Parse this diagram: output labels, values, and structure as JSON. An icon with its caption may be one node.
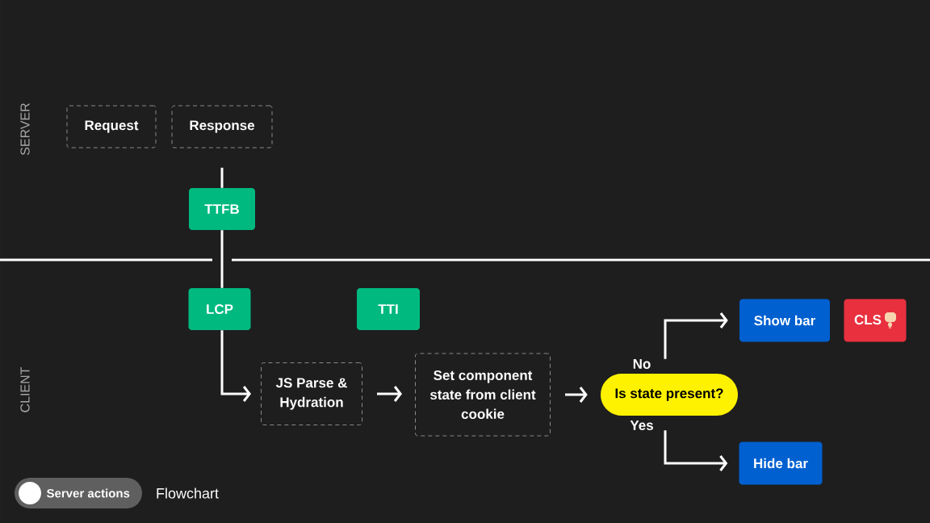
{
  "diagram": {
    "nodes": [
      {
        "text": [
          "Request"
        ]
      },
      {
        "text": [
          "Response"
        ]
      },
      {
        "text": [
          "TTFB"
        ]
      },
      {
        "text": [
          "LCP"
        ]
      },
      {
        "text": [
          "TTI"
        ]
      },
      {
        "text": [
          "JS Parse & Hydration"
        ]
      },
      {
        "text": [
          "Set component state from client cookie"
        ]
      },
      {
        "text": [
          "Is state present?"
        ]
      },
      {
        "text": [
          "Show bar"
        ]
      },
      {
        "text": [
          "CLS"
        ]
      },
      {
        "text": [
          "Hide bar"
        ]
      }
    ],
    "edges": [
      {
        "from": null,
        "to": 2,
        "arrow": "none"
      },
      {
        "from": 2,
        "to": 3,
        "arrow": "none"
      },
      {
        "from": 3,
        "to": 5,
        "arrow": "to"
      },
      {
        "from": 5,
        "to": 6,
        "arrow": "to"
      },
      {
        "from": 6,
        "to": 7,
        "arrow": "to"
      },
      {
        "from": 7,
        "to": 8,
        "arrow": "to",
        "label": "No"
      },
      {
        "from": 7,
        "to": 10,
        "arrow": "to",
        "label": "Yes"
      }
    ],
    "labels": [
      "SERVER",
      "CLIENT",
      "Server actions",
      "Flowchart"
    ]
  }
}
